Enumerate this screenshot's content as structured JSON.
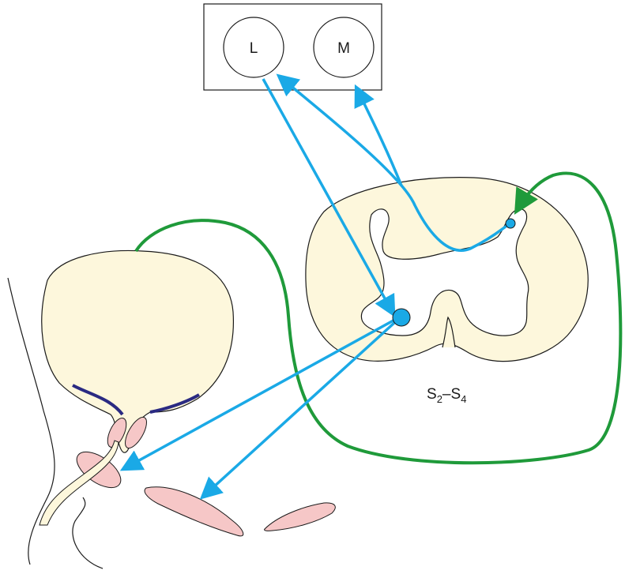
{
  "labels": {
    "left_circle": "L",
    "right_circle": "M",
    "segment_main": "S",
    "segment_sub_start": "2",
    "segment_dash": "–",
    "segment_sub_end": "4"
  },
  "colors": {
    "cream_fill": "#fdf7dc",
    "outline": "#1a1a1a",
    "blue_pathway": "#1aa9e6",
    "green_pathway": "#1f9a3a",
    "navy_segment": "#2a2a82",
    "pink_muscle": "#f6c7c7"
  }
}
